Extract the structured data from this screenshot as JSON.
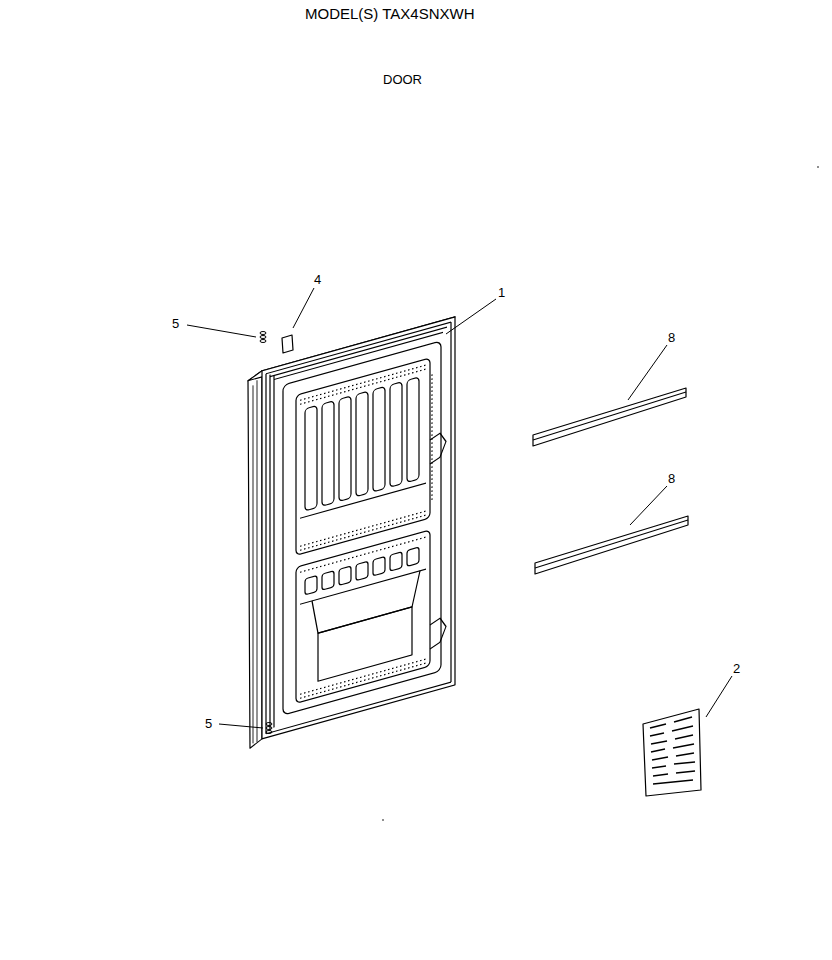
{
  "diagram": {
    "title": "MODEL(S) TAX4SNXWH",
    "labels": [
      "DOOR",
      "4",
      "1",
      "5",
      "8",
      "8",
      "2",
      "5"
    ]
  }
}
